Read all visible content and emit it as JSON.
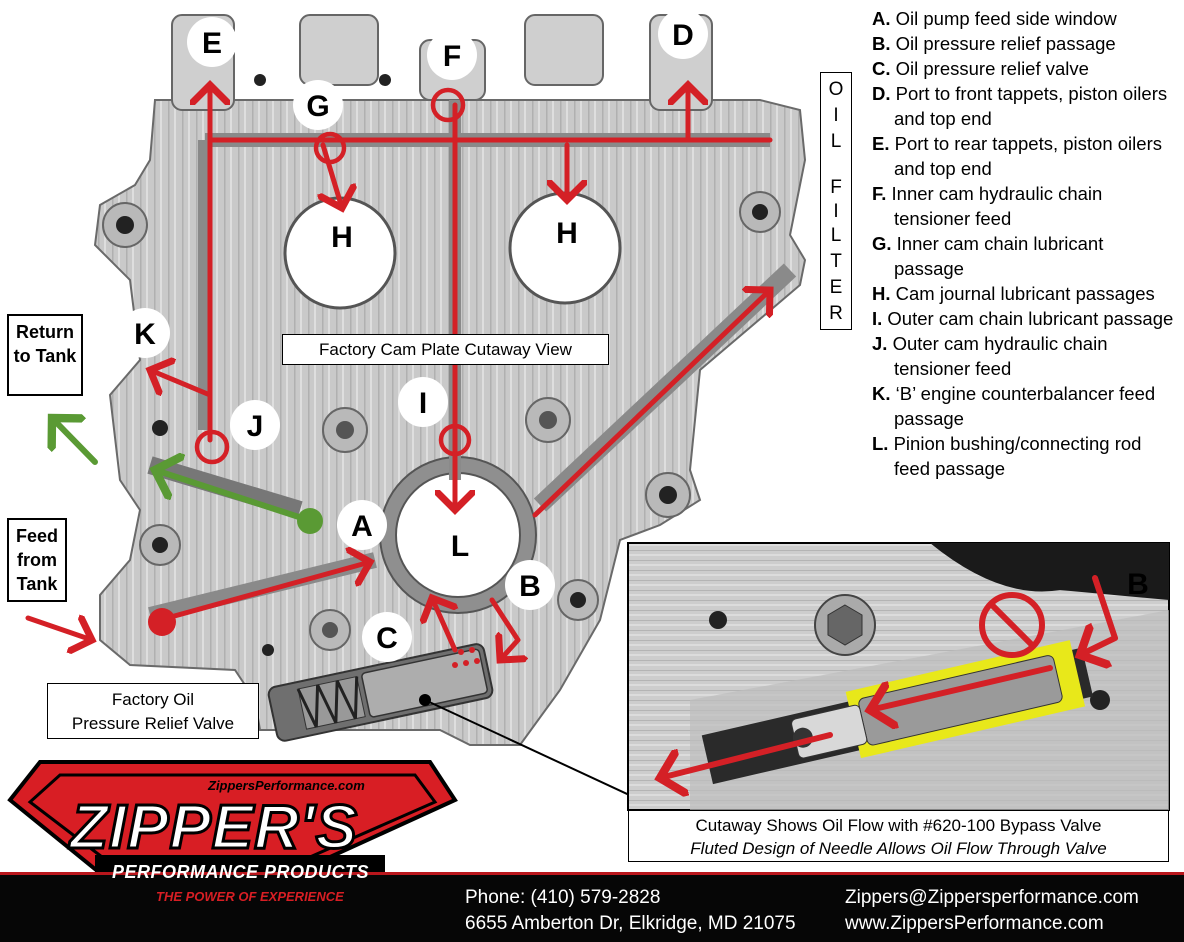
{
  "legend": [
    {
      "letter": "A.",
      "text": "Oil pump feed side window"
    },
    {
      "letter": "B.",
      "text": "Oil pressure relief passage"
    },
    {
      "letter": "C.",
      "text": "Oil pressure relief valve"
    },
    {
      "letter": "D.",
      "text": "Port to front tappets, piston oilers and top end"
    },
    {
      "letter": "E.",
      "text": "Port to rear tappets, piston oilers and top end"
    },
    {
      "letter": "F.",
      "text": "Inner cam hydraulic chain tensioner feed"
    },
    {
      "letter": "G.",
      "text": "Inner cam chain lubricant passage"
    },
    {
      "letter": "H.",
      "text": "Cam journal lubricant passages"
    },
    {
      "letter": "I.",
      "text": "Outer cam chain lubricant passage"
    },
    {
      "letter": "J.",
      "text": "Outer cam hydraulic chain tensioner feed"
    },
    {
      "letter": "K.",
      "text": "‘B’ engine counterbalancer feed passage"
    },
    {
      "letter": "L.",
      "text": "Pinion bushing/connecting rod feed passage"
    }
  ],
  "oil_filter_letters": [
    "O",
    "I",
    "L",
    "F",
    "I",
    "L",
    "T",
    "E",
    "R"
  ],
  "labels": {
    "cutaway_view": "Factory Cam Plate Cutaway View",
    "relief_valve_line1": "Factory Oil",
    "relief_valve_line2": "Pressure Relief Valve",
    "inset_line1": "Cutaway Shows Oil Flow with #620-100 Bypass Valve",
    "inset_line2": "Fluted Design of Needle Allows Oil Flow Through Valve",
    "return_tank": "Return to Tank",
    "feed_tank": "Feed from Tank"
  },
  "markers": {
    "A": "A",
    "B": "B",
    "C": "C",
    "D": "D",
    "E": "E",
    "F": "F",
    "G": "G",
    "H": "H",
    "I": "I",
    "J": "J",
    "K": "K",
    "L": "L"
  },
  "logo": {
    "url": "ZippersPerformance.com",
    "name": "ZIPPER'S",
    "sub": "PERFORMANCE PRODUCTS",
    "tagline": "THE POWER OF EXPERIENCE"
  },
  "footer": {
    "phone": "Phone: (410) 579-2828",
    "address": "6655 Amberton Dr, Elkridge, MD 21075",
    "email": "Zippers@Zippersperformance.com",
    "web": "www.ZippersPerformance.com"
  },
  "colors": {
    "flow_red": "#d42026",
    "return_green": "#5a9a34",
    "bypass_yellow": "#e8e81a",
    "metal": "#c8c8c8"
  }
}
